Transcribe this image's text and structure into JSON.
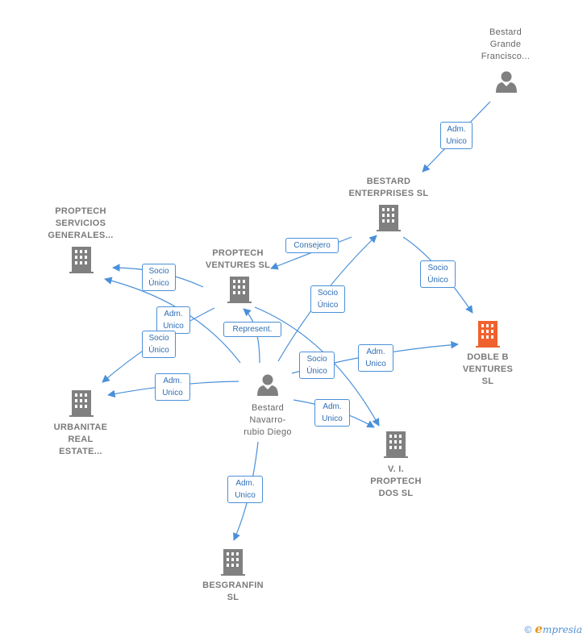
{
  "nodes": {
    "bestard_grande": {
      "type": "person",
      "lines": [
        "Bestard",
        "Grande",
        "Francisco..."
      ]
    },
    "bestard_enterprises": {
      "type": "company",
      "lines": [
        "BESTARD",
        "ENTERPRISES SL"
      ]
    },
    "proptech_servicios": {
      "type": "company",
      "lines": [
        "PROPTECH",
        "SERVICIOS",
        "GENERALES..."
      ]
    },
    "proptech_ventures": {
      "type": "company",
      "lines": [
        "PROPTECH",
        "VENTURES  SL"
      ]
    },
    "doble_b": {
      "type": "company_focus",
      "lines": [
        "DOBLE B",
        "VENTURES",
        "SL"
      ]
    },
    "bestard_navarro": {
      "type": "person",
      "lines": [
        "Bestard",
        "Navarro-",
        "rubio Diego"
      ]
    },
    "urbanitae": {
      "type": "company",
      "lines": [
        "URBANITAE",
        "REAL",
        "ESTATE..."
      ]
    },
    "vi_proptech": {
      "type": "company",
      "lines": [
        "V. I.",
        "PROPTECH",
        "DOS  SL"
      ]
    },
    "besgranfin": {
      "type": "company",
      "lines": [
        "BESGRANFIN",
        "SL"
      ]
    }
  },
  "edges": [
    {
      "id": "e1",
      "label": [
        "Adm.",
        "Unico"
      ]
    },
    {
      "id": "e2",
      "label": [
        "Consejero"
      ]
    },
    {
      "id": "e3",
      "label": [
        "Socio",
        "Único"
      ]
    },
    {
      "id": "e4",
      "label": [
        "Socio",
        "Único"
      ]
    },
    {
      "id": "e5",
      "label": [
        "Socio",
        "Único"
      ]
    },
    {
      "id": "e6",
      "label": [
        "Adm.",
        "Unico"
      ]
    },
    {
      "id": "e7",
      "label": [
        "Represent."
      ]
    },
    {
      "id": "e8",
      "label": [
        "Socio",
        "Único"
      ]
    },
    {
      "id": "e9",
      "label": [
        "Adm.",
        "Unico"
      ]
    },
    {
      "id": "e10",
      "label": [
        "Socio",
        "Único"
      ]
    },
    {
      "id": "e11",
      "label": [
        "Adm.",
        "Unico"
      ]
    },
    {
      "id": "e12",
      "label": [
        "Adm.",
        "Unico"
      ]
    },
    {
      "id": "e13",
      "label": [
        "Adm.",
        "Unico"
      ]
    }
  ],
  "colors": {
    "edge": "#4a90d9",
    "icon": "#808080",
    "focus_icon": "#f0622d"
  },
  "footer": {
    "copyright": "©",
    "brand_initial": "e",
    "brand_rest": "mpresia"
  }
}
